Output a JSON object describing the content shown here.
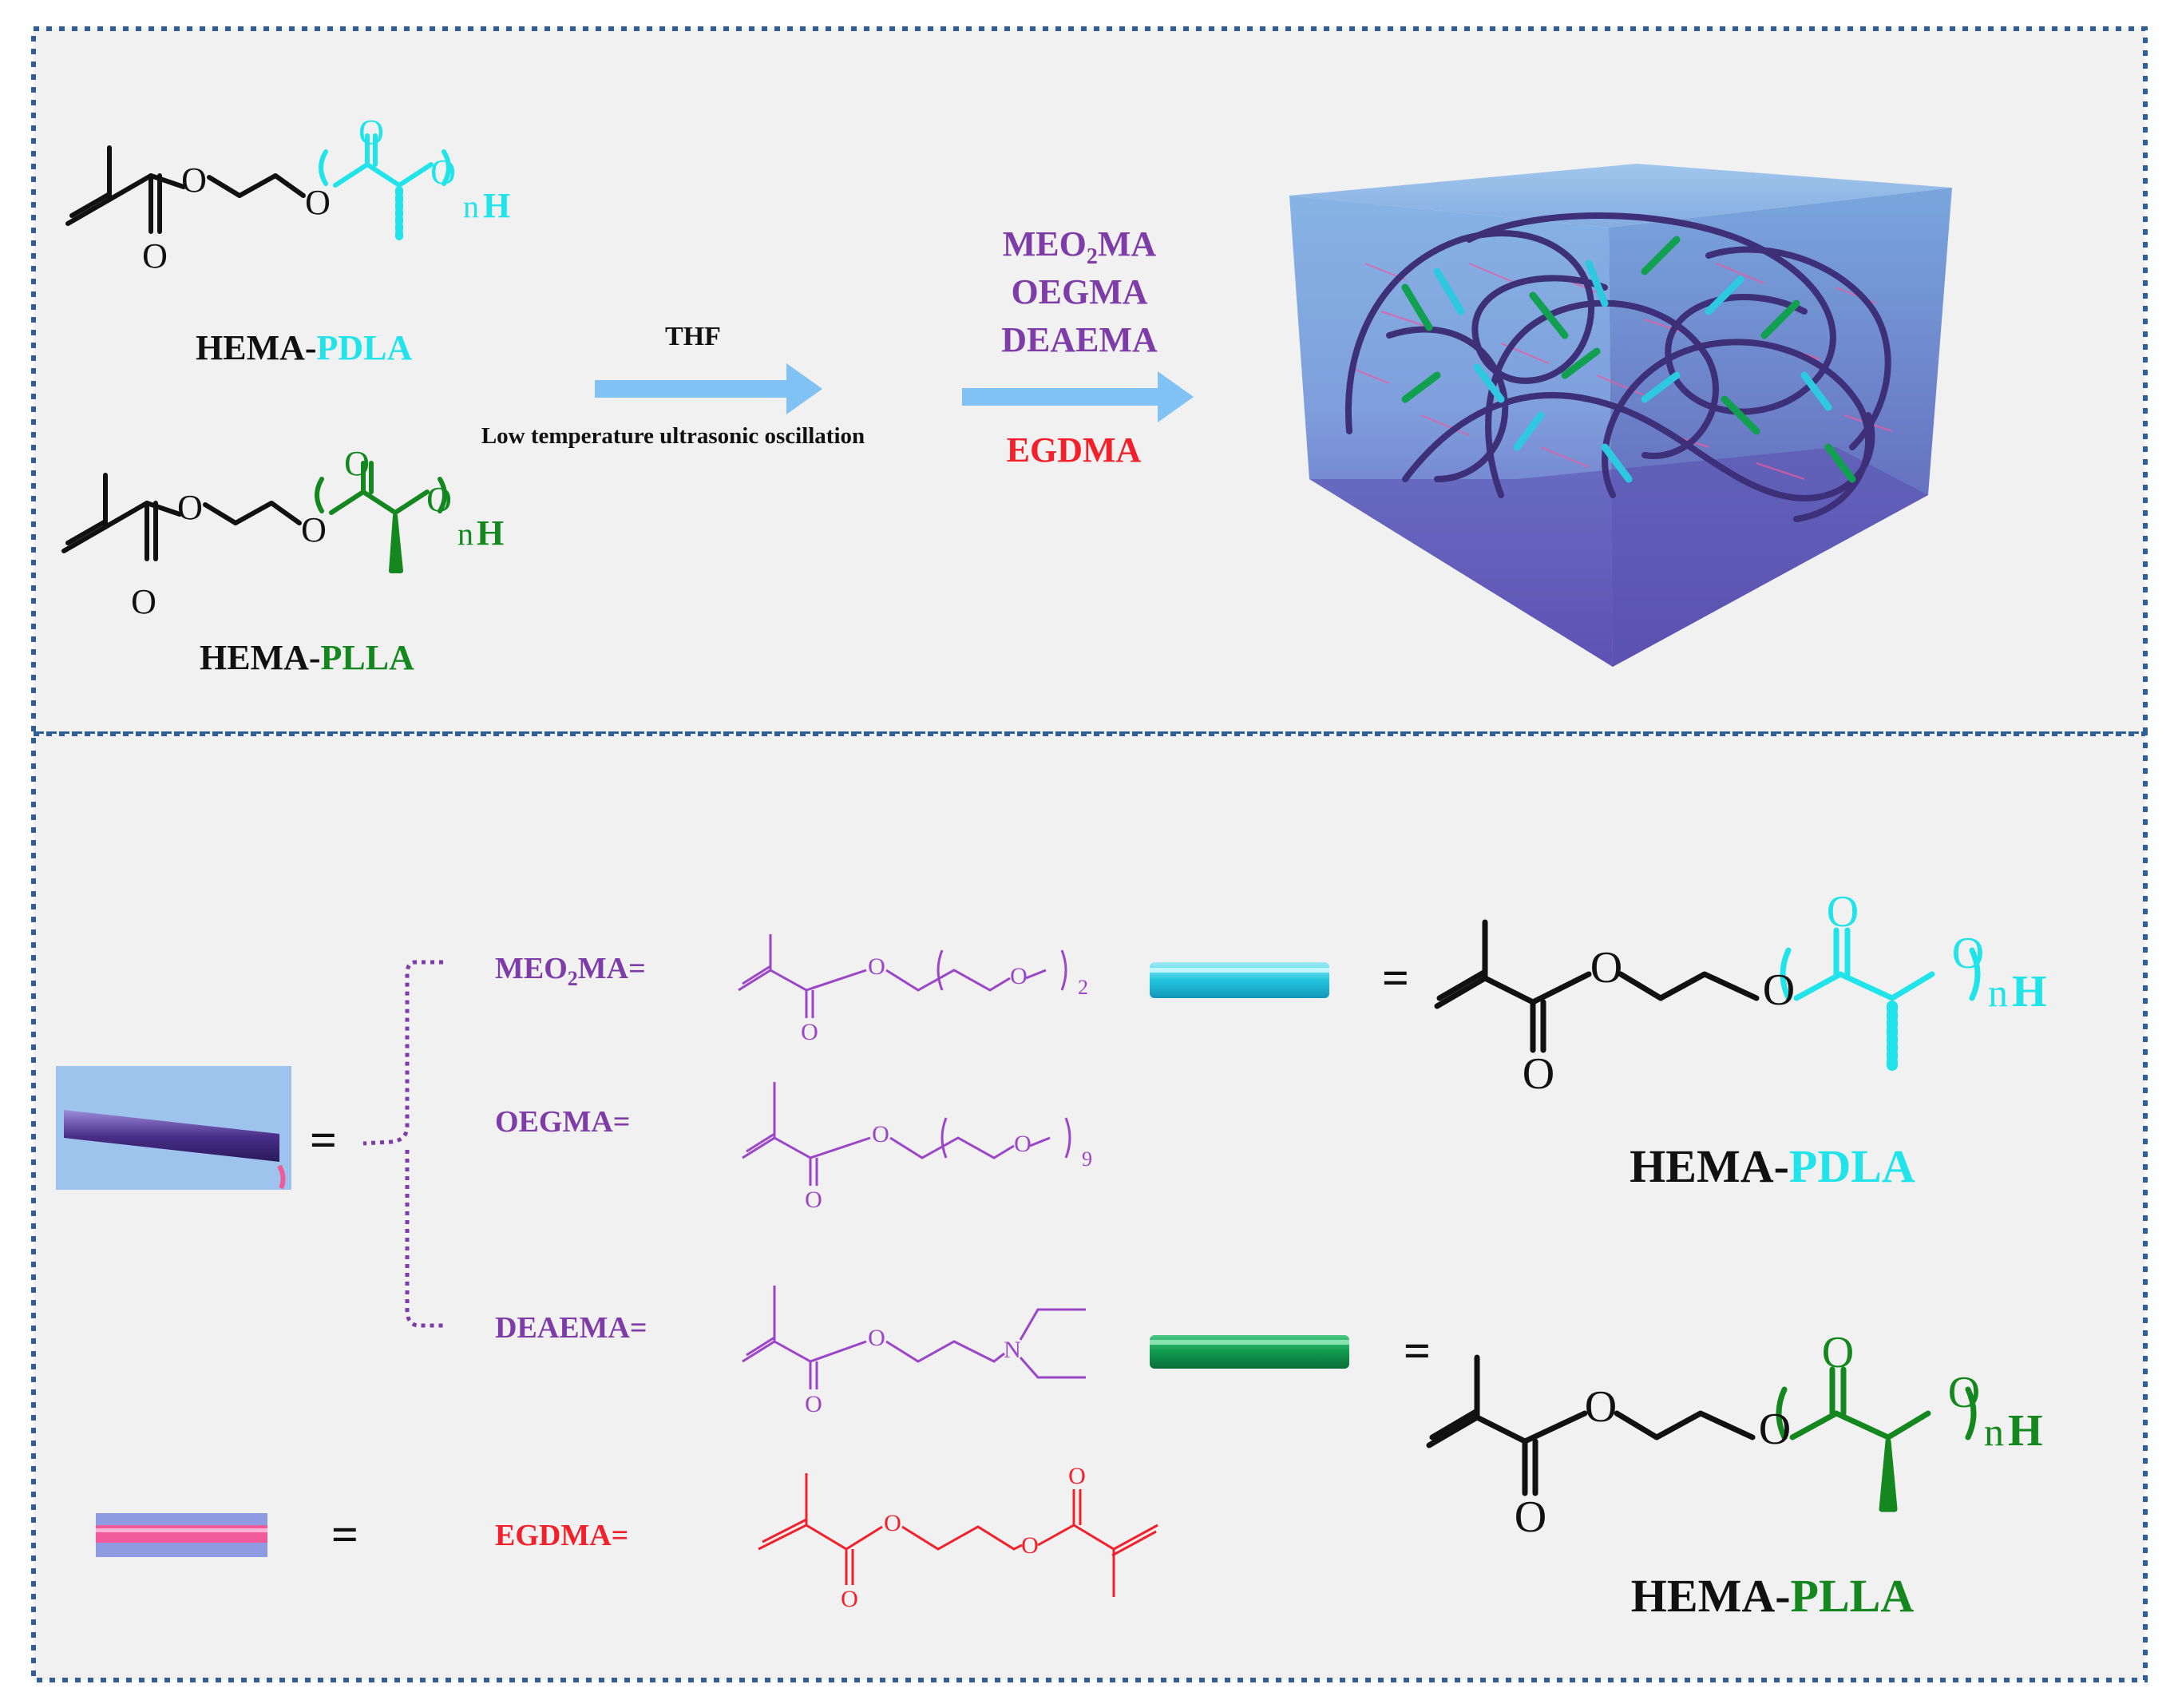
{
  "colors": {
    "panel_bg": "#f1f1f1",
    "border": "#2f5f99",
    "black": "#111111",
    "cyan": "#21e3ea",
    "green": "#14881f",
    "purple": "#7d3ca8",
    "red": "#f2202a",
    "arrow": "#7fc2f3",
    "gel_blue": "#7fa8dc",
    "gel_purple": "#6b5fbd",
    "chain": "#3d2f78",
    "rod_cyan": "#2ec8e0",
    "rod_green": "#10a050",
    "rod_pink": "#f05a9a"
  },
  "top": {
    "hema_pdla": {
      "prefix": "HEMA-",
      "suffix": "PDLA"
    },
    "hema_plla": {
      "prefix": "HEMA-",
      "suffix": "PLLA"
    },
    "step1": {
      "solvent": "THF",
      "condition": "Low temperature ultrasonic oscillation"
    },
    "step2": {
      "reagent1_a": "MEO",
      "reagent1_sub": "2",
      "reagent1_b": "MA",
      "reagent2": "OEGMA",
      "reagent3": "DEAEMA",
      "crosslinker": "EGDMA"
    },
    "hydrogel_icon": "hydrogel-network-block"
  },
  "legend": {
    "equals": "=",
    "meo2ma": {
      "a": "MEO",
      "sub": "2",
      "b": "MA=",
      "repeat": "2"
    },
    "oegma": {
      "label": "OEGMA=",
      "repeat": "9"
    },
    "deaema": {
      "label": "DEAEMA=",
      "nitrogen": "N"
    },
    "egdma": {
      "label": "EGDMA="
    },
    "hema_pdla": {
      "prefix": "HEMA-",
      "suffix": "PDLA"
    },
    "hema_plla": {
      "prefix": "HEMA-",
      "suffix": "PLLA"
    }
  },
  "atoms": {
    "oxygen": "O",
    "hydrogen": "H",
    "n": "n"
  }
}
